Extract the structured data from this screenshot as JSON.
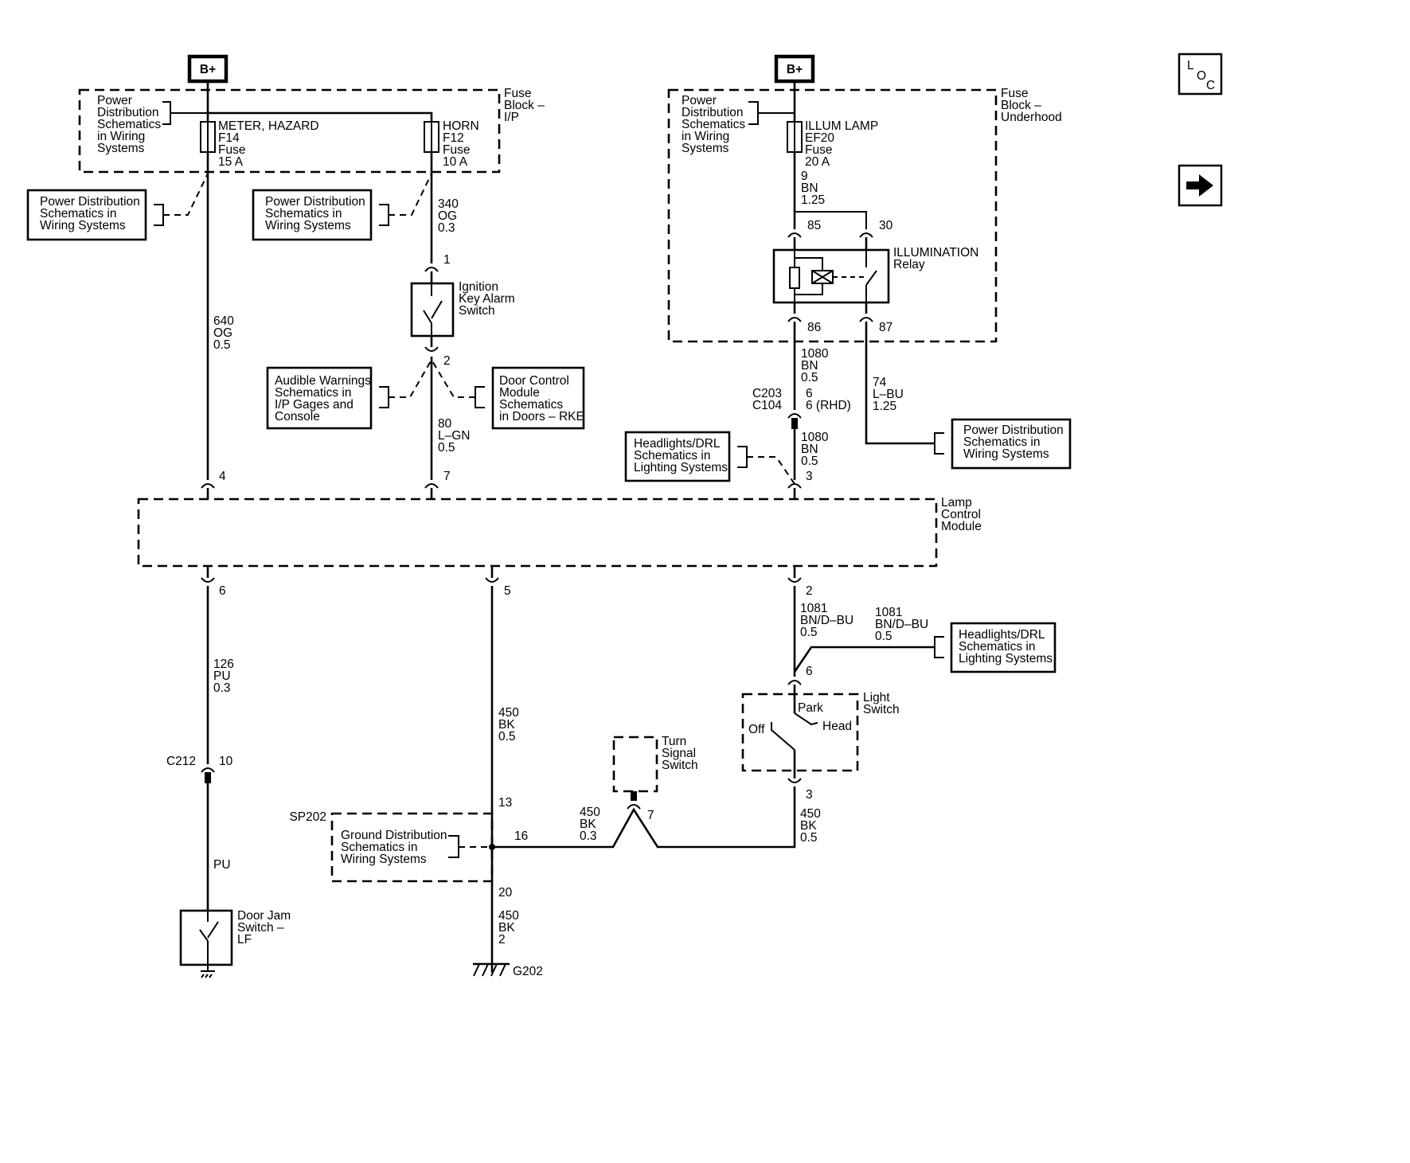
{
  "bplus": {
    "left": "B+",
    "right": "B+"
  },
  "fuse_block_ip": {
    "line1": "Fuse",
    "line2": "Block –",
    "line3": "I/P"
  },
  "fuse_block_uh": {
    "line1": "Fuse",
    "line2": "Block –",
    "line3": "Underhood"
  },
  "pd_schem_ip": [
    "Power",
    "Distribution",
    "Schematics",
    "in Wiring",
    "Systems"
  ],
  "pd_schem_uh": [
    "Power",
    "Distribution",
    "Schematics",
    "in Wiring",
    "Systems"
  ],
  "fuse_f14": {
    "name": "METER, HAZARD",
    "id": "F14",
    "kind": "Fuse",
    "rating": "15 A"
  },
  "fuse_f12": {
    "name": "HORN",
    "id": "F12",
    "kind": "Fuse",
    "rating": "10 A"
  },
  "fuse_ef20": {
    "name": "ILLUM LAMP",
    "id": "EF20",
    "kind": "Fuse",
    "rating": "20 A"
  },
  "ref_pd_1": [
    "Power Distribution",
    "Schematics in",
    "Wiring Systems"
  ],
  "ref_pd_2": [
    "Power Distribution",
    "Schematics in",
    "Wiring Systems"
  ],
  "ref_pd_3": [
    "Power Distribution",
    "Schematics in",
    "Wiring Systems"
  ],
  "ref_audible": [
    "Audible Warnings",
    "Schematics in",
    "I/P Gages and",
    "Console"
  ],
  "ref_door_ctrl": [
    "Door Control",
    "Module",
    "Schematics",
    "in Doors – RKE"
  ],
  "ref_hdl_1": [
    "Headlights/DRL",
    "Schematics in",
    "Lighting Systems"
  ],
  "ref_hdl_2": [
    "Headlights/DRL",
    "Schematics in",
    "Lighting Systems"
  ],
  "ref_ground": [
    "Ground Distribution",
    "Schematics in",
    "Wiring Systems"
  ],
  "wire_640": [
    "640",
    "OG",
    "0.5"
  ],
  "wire_340": [
    "340",
    "OG",
    "0.3"
  ],
  "wire_80": [
    "80",
    "L–GN",
    "0.5"
  ],
  "wire_9": [
    "9",
    "BN",
    "1.25"
  ],
  "wire_1080a": [
    "1080",
    "BN",
    "0.5"
  ],
  "wire_1080b": [
    "1080",
    "BN",
    "0.5"
  ],
  "wire_74": [
    "74",
    "L–BU",
    "1.25"
  ],
  "wire_126": [
    "126",
    "PU",
    "0.3"
  ],
  "wire_pu": "PU",
  "wire_450a": [
    "450",
    "BK",
    "0.5"
  ],
  "wire_450b": [
    "450",
    "BK",
    "0.3"
  ],
  "wire_450c": [
    "450",
    "BK",
    "0.5"
  ],
  "wire_450d": [
    "450",
    "BK",
    "2"
  ],
  "wire_1081a": [
    "1081",
    "BN/D–BU",
    "0.5"
  ],
  "wire_1081b": [
    "1081",
    "BN/D–BU",
    "0.5"
  ],
  "ignition_switch": [
    "Ignition",
    "Key Alarm",
    "Switch"
  ],
  "relay": {
    "name": "ILLUMINATION",
    "sub": "Relay",
    "pins": [
      "85",
      "30",
      "86",
      "87"
    ]
  },
  "conn_c203": {
    "c1": "C203",
    "c2": "C104",
    "p1": "6",
    "p2": "6 (RHD)"
  },
  "lamp_module": [
    "Lamp",
    "Control",
    "Module"
  ],
  "light_switch": {
    "title": [
      "Light",
      "Switch"
    ],
    "park": "Park",
    "head": "Head",
    "off": "Off"
  },
  "turn_switch": [
    "Turn",
    "Signal",
    "Switch"
  ],
  "door_jam_switch": [
    "Door Jam",
    "Switch –",
    "LF"
  ],
  "c212": "C212",
  "sp202": "SP202",
  "g202": "G202",
  "pins": {
    "p1": "1",
    "p2": "2",
    "p4": "4",
    "p7": "7",
    "p3a": "3",
    "p6": "6",
    "p5": "5",
    "p2b": "2",
    "p6b": "6",
    "p10": "10",
    "p13": "13",
    "p16": "16",
    "p20": "20",
    "p7b": "7",
    "p3b": "3"
  },
  "nav": {
    "loc": [
      "L",
      "O",
      "C"
    ],
    "next_icon": "right-arrow-icon"
  }
}
